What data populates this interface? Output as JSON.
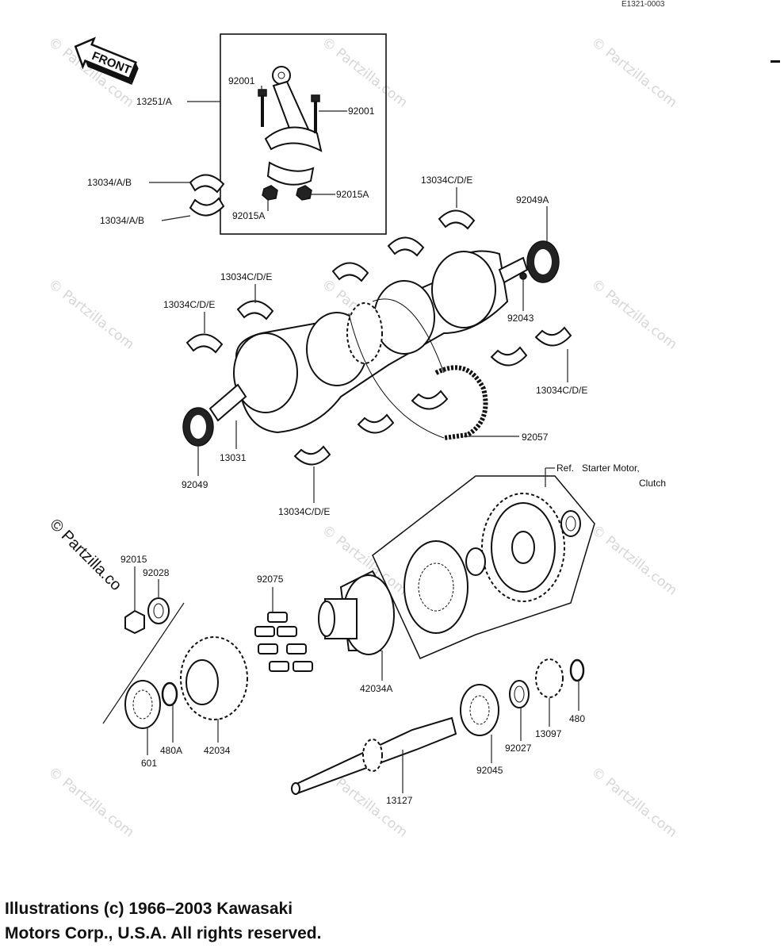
{
  "document": {
    "reference_code": "E1321-0003",
    "front_label": "FRONT",
    "copyright_line1": "Illustrations (c) 1966–2003 Kawasaki",
    "copyright_line2": "Motors Corp., U.S.A.  All rights reserved."
  },
  "watermark": {
    "text": "© Partzilla.com",
    "sidebar_text": "© Partzilla.co"
  },
  "callouts": {
    "c13251A": "13251/A",
    "c92001_left": "92001",
    "c92001_right": "92001",
    "c13034AB_top": "13034/A/B",
    "c13034AB_bottom": "13034/A/B",
    "c92015A_left": "92015A",
    "c92015A_right": "92015A",
    "c13034CDE_topright": "13034C/D/E",
    "c92049A": "92049A",
    "c13034CDE_upper": "13034C/D/E",
    "c13034CDE_left": "13034C/D/E",
    "c92043": "92043",
    "c13034CDE_right": "13034C/D/E",
    "c92057": "92057",
    "c13031": "13031",
    "c92049": "92049",
    "c13034CDE_bottom": "13034C/D/E",
    "ref_line1": "Ref.   Starter Motor,",
    "ref_line2": "Clutch",
    "c92015": "92015",
    "c92028": "92028",
    "c92075": "92075",
    "c42034A": "42034A",
    "c601": "601",
    "c480A": "480A",
    "c42034": "42034",
    "c92045": "92045",
    "c92027": "92027",
    "c13097": "13097",
    "c480": "480",
    "c13127": "13127"
  }
}
